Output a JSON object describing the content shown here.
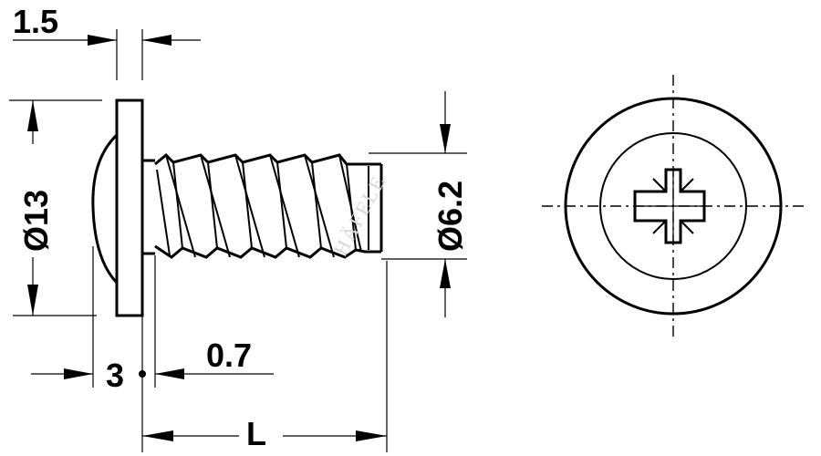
{
  "drawing": {
    "subject": "screw",
    "dimensions": {
      "head_thickness": "1.5",
      "head_diameter": "Ø13",
      "thread_diameter": "Ø6.2",
      "head_offset": "3",
      "thread_start": "0.7",
      "length": "L"
    },
    "watermark": "HÄFELE",
    "drive_type": "pozidriv-cross-icon"
  }
}
